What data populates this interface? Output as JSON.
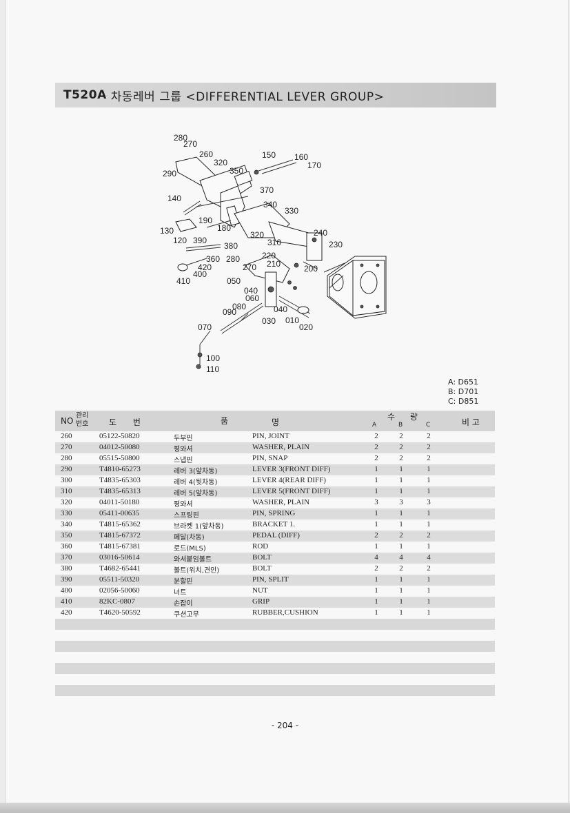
{
  "title": {
    "code": "T520A",
    "text": "차동레버 그룹 <DIFFERENTIAL LEVER GROUP>"
  },
  "variants": [
    "A: D651",
    "B: D701",
    "C: D851"
  ],
  "diagram_labels": [
    {
      "id": "280a",
      "text": "280"
    },
    {
      "id": "270a",
      "text": "270"
    },
    {
      "id": "260",
      "text": "260"
    },
    {
      "id": "320a",
      "text": "320"
    },
    {
      "id": "290",
      "text": "290"
    },
    {
      "id": "350",
      "text": "350"
    },
    {
      "id": "150",
      "text": "150"
    },
    {
      "id": "160",
      "text": "160"
    },
    {
      "id": "170",
      "text": "170"
    },
    {
      "id": "370",
      "text": "370"
    },
    {
      "id": "140",
      "text": "140"
    },
    {
      "id": "340",
      "text": "340"
    },
    {
      "id": "330",
      "text": "330"
    },
    {
      "id": "190",
      "text": "190"
    },
    {
      "id": "180",
      "text": "180"
    },
    {
      "id": "130",
      "text": "130"
    },
    {
      "id": "240",
      "text": "240"
    },
    {
      "id": "320b",
      "text": "320"
    },
    {
      "id": "120",
      "text": "120"
    },
    {
      "id": "390",
      "text": "390"
    },
    {
      "id": "310",
      "text": "310"
    },
    {
      "id": "230",
      "text": "230"
    },
    {
      "id": "380",
      "text": "380"
    },
    {
      "id": "360",
      "text": "360"
    },
    {
      "id": "280b",
      "text": "280"
    },
    {
      "id": "220",
      "text": "220"
    },
    {
      "id": "420",
      "text": "420"
    },
    {
      "id": "270b",
      "text": "270"
    },
    {
      "id": "210",
      "text": "210"
    },
    {
      "id": "200",
      "text": "200"
    },
    {
      "id": "400",
      "text": "400"
    },
    {
      "id": "410",
      "text": "410"
    },
    {
      "id": "050",
      "text": "050"
    },
    {
      "id": "040a",
      "text": "040"
    },
    {
      "id": "060",
      "text": "060"
    },
    {
      "id": "080",
      "text": "080"
    },
    {
      "id": "090",
      "text": "090"
    },
    {
      "id": "040b",
      "text": "040"
    },
    {
      "id": "030",
      "text": "030"
    },
    {
      "id": "010",
      "text": "010"
    },
    {
      "id": "020",
      "text": "020"
    },
    {
      "id": "070",
      "text": "070"
    },
    {
      "id": "100",
      "text": "100"
    },
    {
      "id": "110",
      "text": "110"
    }
  ],
  "table": {
    "headers": {
      "no": "NO",
      "mgmt": "관리\n번호",
      "mgmt_1": "관리",
      "mgmt_2": "번호",
      "part_no": "도 번",
      "name_1": "품",
      "name_2": "명",
      "qty": "수 량",
      "qty_a": "A",
      "qty_b": "B",
      "qty_c": "C",
      "remark": "비 고"
    },
    "rows": [
      {
        "no": "260",
        "pn": "05122-50820",
        "kr": "두부핀",
        "en": "PIN, JOINT",
        "a": "2",
        "b": "2",
        "c": "2"
      },
      {
        "no": "270",
        "pn": "04012-50080",
        "kr": "평와셔",
        "en": "WASHER, PLAIN",
        "a": "2",
        "b": "2",
        "c": "2"
      },
      {
        "no": "280",
        "pn": "05515-50800",
        "kr": "스냅핀",
        "en": "PIN, SNAP",
        "a": "2",
        "b": "2",
        "c": "2"
      },
      {
        "no": "290",
        "pn": "T4810-65273",
        "kr": "레버 3(앞차동)",
        "en": "LEVER 3(FRONT DIFF)",
        "a": "1",
        "b": "1",
        "c": "1"
      },
      {
        "no": "300",
        "pn": "T4835-65303",
        "kr": "레버 4(뒷차동)",
        "en": "LEVER 4(REAR DIFF)",
        "a": "1",
        "b": "1",
        "c": "1"
      },
      {
        "no": "310",
        "pn": "T4835-65313",
        "kr": "레버 5(앞차동)",
        "en": "LEVER 5(FRONT DIFF)",
        "a": "1",
        "b": "1",
        "c": "1"
      },
      {
        "no": "320",
        "pn": "04011-50180",
        "kr": "평와셔",
        "en": "WASHER, PLAIN",
        "a": "3",
        "b": "3",
        "c": "3"
      },
      {
        "no": "330",
        "pn": "05411-00635",
        "kr": "스프링핀",
        "en": "PIN, SPRING",
        "a": "1",
        "b": "1",
        "c": "1"
      },
      {
        "no": "340",
        "pn": "T4815-65362",
        "kr": "브라켓 1(앞차동)",
        "en": "BRACKET 1.",
        "a": "1",
        "b": "1",
        "c": "1"
      },
      {
        "no": "350",
        "pn": "T4815-67372",
        "kr": "페달(차동)",
        "en": "PEDAL (DIFF)",
        "a": "2",
        "b": "2",
        "c": "2"
      },
      {
        "no": "360",
        "pn": "T4815-67381",
        "kr": "로드(MLS)",
        "en": "ROD",
        "a": "1",
        "b": "1",
        "c": "1"
      },
      {
        "no": "370",
        "pn": "03016-50614",
        "kr": "와셔붙임볼트",
        "en": "BOLT",
        "a": "4",
        "b": "4",
        "c": "4"
      },
      {
        "no": "380",
        "pn": "T4682-65441",
        "kr": "볼트(위치,견인)",
        "en": "BOLT",
        "a": "2",
        "b": "2",
        "c": "2"
      },
      {
        "no": "390",
        "pn": "05511-50320",
        "kr": "분할핀",
        "en": "PIN, SPLIT",
        "a": "1",
        "b": "1",
        "c": "1"
      },
      {
        "no": "400",
        "pn": "02056-50060",
        "kr": "너트",
        "en": "NUT",
        "a": "1",
        "b": "1",
        "c": "1"
      },
      {
        "no": "410",
        "pn": "82KC-0807",
        "kr": "손잡이",
        "en": "GRIP",
        "a": "1",
        "b": "1",
        "c": "1"
      },
      {
        "no": "420",
        "pn": "T4620-50592",
        "kr": "쿠션고무",
        "en": "RUBBER,CUSHION",
        "a": "1",
        "b": "1",
        "c": "1"
      }
    ]
  },
  "page_number": "- 204 -"
}
